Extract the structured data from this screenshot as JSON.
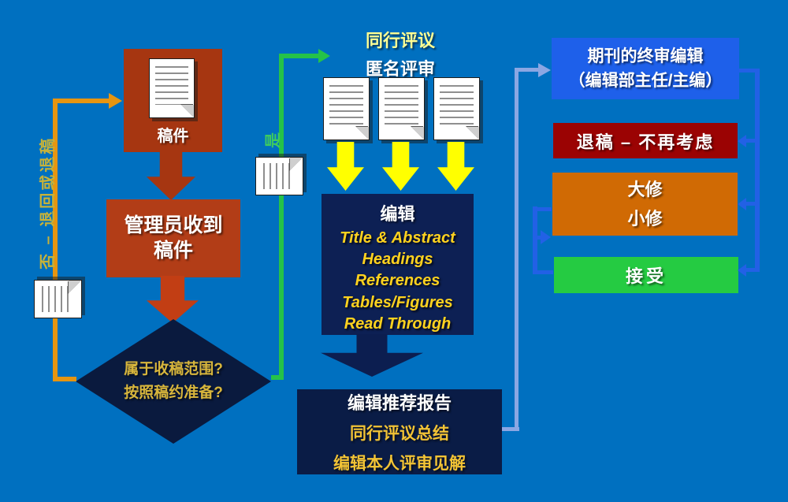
{
  "slide": {
    "flow": {
      "manuscript_box": {
        "label": "稿件"
      },
      "admin_box": {
        "line1": "管理员收到",
        "line2": "稿件"
      },
      "decision_diamond": {
        "line1": "属于收稿范围?",
        "line2": "按照稿约准备?"
      },
      "no_branch_label": "否 – 退回或退稿",
      "yes_branch_label": "是",
      "peer_review": {
        "title": "同行评议",
        "subtitle": "匿名评审"
      },
      "editor_box": {
        "title": "编辑",
        "items": [
          "Title & Abstract",
          "Headings",
          "References",
          "Tables/Figures",
          "Read Through"
        ]
      },
      "report_box": {
        "line1": "编辑推荐报告",
        "line2": "同行评议总结",
        "line3": "编辑本人评审见解"
      },
      "final_editor_box": {
        "line1": "期刊的终审编辑",
        "line2": "（编辑部主任/主编）"
      },
      "reject_box": {
        "label": "退稿 – 不再考虑"
      },
      "revision_box": {
        "line1": "大修",
        "line2": "小修"
      },
      "accept_box": {
        "label": "接受"
      }
    },
    "palette": {
      "background": "#0070C0",
      "brick_red": "#B23D17",
      "navy": "#0D2054",
      "bright_blue": "#1E60EA",
      "dark_red": "#9B0303",
      "orange": "#D06A04",
      "green": "#25CB42",
      "yellow_arrow": "#FFFF00",
      "gold_text": "#F2C335",
      "orange_line": "#E69511",
      "green_line": "#25C249",
      "periwinkle_line": "#8BA7E3",
      "royal_line": "#2261E5"
    }
  }
}
